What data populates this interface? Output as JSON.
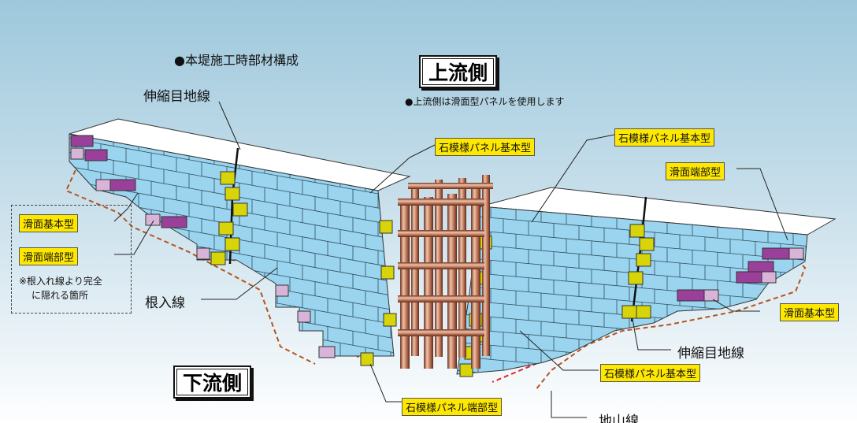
{
  "header": {
    "title": "●本堤施工時部材構成",
    "note": "●上流側は滑面型パネルを使用します"
  },
  "sides": {
    "upstream": "上流側",
    "downstream": "下流側"
  },
  "labels": {
    "joint_left": "伸縮目地線",
    "joint_right": "伸縮目地線",
    "embed_line": "根入線",
    "ground_line": "地山線"
  },
  "tags": {
    "stone_basic_left": "石模様パネル基本型",
    "stone_basic_right_top": "石模様パネル基本型",
    "slip_end_right": "滑面端部型",
    "slip_basic_left": "滑面基本型",
    "slip_end_left": "滑面端部型",
    "slip_basic_right": "滑面基本型",
    "stone_basic_right_bottom": "石模様パネル基本型",
    "stone_end_bottom": "石模様パネル端部型"
  },
  "legend_note": {
    "line1": "※根入れ線より完全",
    "line2": "に隠れる箇所"
  },
  "colors": {
    "panel": "#9ad4ee",
    "stone_end": "#d7d50a",
    "slip_basic": "#9a3f9a",
    "slip_end": "#d9b4d9",
    "pile": "#c98a6c",
    "guide_line": "#b5541b",
    "tag": "#ffe800"
  }
}
